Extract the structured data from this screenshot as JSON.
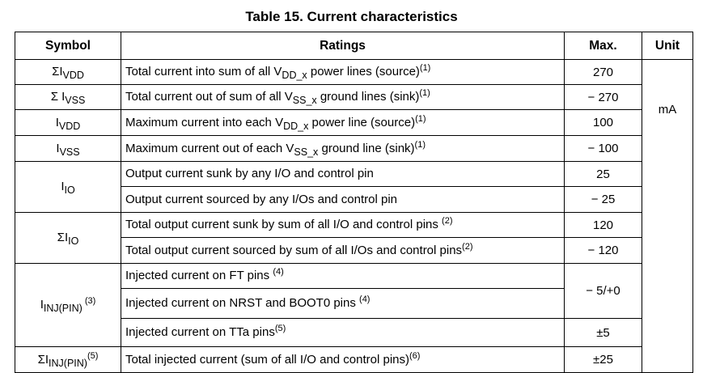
{
  "caption": "Table 15. Current characteristics",
  "headers": {
    "symbol": "Symbol",
    "ratings": "Ratings",
    "max": "Max.",
    "unit": "Unit"
  },
  "unit": "mA",
  "rows": [
    {
      "sym": {
        "main": "ΣI",
        "sub": "VDD",
        "sup": ""
      },
      "rating": {
        "pre": "Total current into sum of all V",
        "sub": "DD_x",
        "post": " power lines (source)",
        "sup": "(1)"
      },
      "max": "270"
    },
    {
      "sym": {
        "main": "Σ I",
        "sub": "VSS",
        "sup": ""
      },
      "rating": {
        "pre": "Total current out of sum of all V",
        "sub": "SS_x",
        "post": " ground lines (sink)",
        "sup": "(1)"
      },
      "max": "− 270"
    },
    {
      "sym": {
        "main": "I",
        "sub": "VDD",
        "sup": ""
      },
      "rating": {
        "pre": "Maximum current into each V",
        "sub": "DD_x",
        "post": " power line (source)",
        "sup": "(1)"
      },
      "max": "100"
    },
    {
      "sym": {
        "main": "I",
        "sub": "VSS",
        "sup": ""
      },
      "rating": {
        "pre": "Maximum current out of each V",
        "sub": "SS_x",
        "post": " ground line (sink)",
        "sup": "(1)"
      },
      "max": "− 100"
    },
    {
      "sym": {
        "main": "I",
        "sub": "IO",
        "sup": ""
      },
      "rating": {
        "pre": "Output current sunk by any I/O and control pin",
        "sub": "",
        "post": "",
        "sup": ""
      },
      "max": "25"
    },
    {
      "rating": {
        "pre": "Output current sourced by any I/Os and control pin",
        "sub": "",
        "post": "",
        "sup": ""
      },
      "max": "− 25"
    },
    {
      "sym": {
        "main": "ΣI",
        "sub": "IO",
        "sup": ""
      },
      "rating": {
        "pre": "Total output current sunk by sum of all I/O and control pins ",
        "sub": "",
        "post": "",
        "sup": "(2)"
      },
      "max": "120"
    },
    {
      "rating": {
        "pre": "Total output current sourced by sum of all I/Os and control pins",
        "sub": "",
        "post": "",
        "sup": "(2)"
      },
      "max": "− 120"
    },
    {
      "sym": {
        "main": "I",
        "sub": "INJ(PIN)",
        "sup": " (3)"
      },
      "rating": {
        "pre": "Injected current on FT pins ",
        "sub": "",
        "post": "",
        "sup": "(4)"
      },
      "max": "− 5/+0"
    },
    {
      "rating": {
        "pre": "Injected current on NRST and BOOT0 pins ",
        "sub": "",
        "post": "",
        "sup": "(4)"
      }
    },
    {
      "rating": {
        "pre": "Injected current on TTa pins",
        "sub": "",
        "post": "",
        "sup": "(5)"
      },
      "max": "±5"
    },
    {
      "sym": {
        "main": "ΣI",
        "sub": "INJ(PIN)",
        "sup": "(5)"
      },
      "rating": {
        "pre": "Total injected current (sum of all I/O and control pins)",
        "sub": "",
        "post": "",
        "sup": "(6)"
      },
      "max": "±25"
    }
  ]
}
